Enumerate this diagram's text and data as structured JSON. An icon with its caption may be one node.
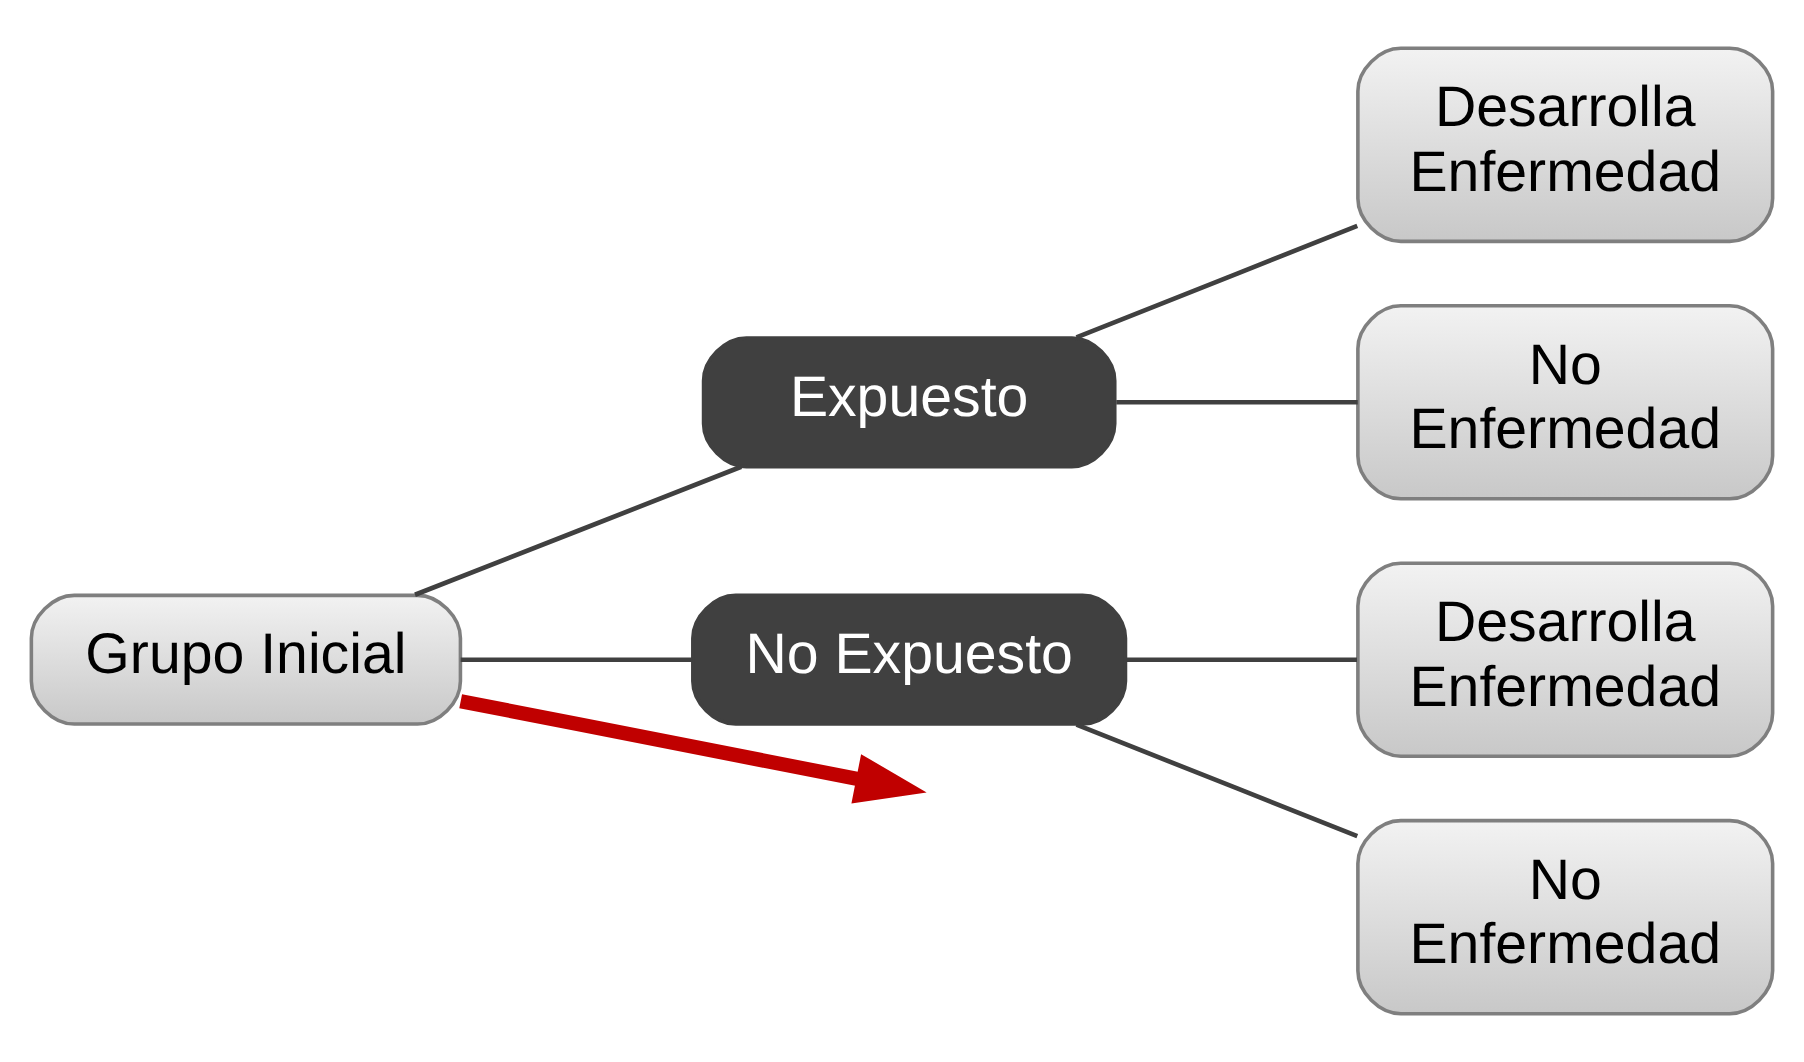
{
  "diagram": {
    "nodes": [
      {
        "text": [
          "Grupo Inicial"
        ]
      },
      {
        "text": [
          "Expuesto"
        ]
      },
      {
        "text": [
          "No Expuesto"
        ]
      },
      {
        "text": [
          "Desarrolla Enfermedad"
        ]
      },
      {
        "text": [
          "No Enfermedad"
        ]
      },
      {
        "text": [
          "Desarrolla Enfermedad"
        ]
      },
      {
        "text": [
          "No Enfermedad"
        ]
      }
    ],
    "edges": [
      {
        "from": 0,
        "to": 1,
        "arrow": "none"
      },
      {
        "from": 0,
        "to": 2,
        "arrow": "none"
      },
      {
        "from": 1,
        "to": 3,
        "arrow": "none"
      },
      {
        "from": 1,
        "to": 4,
        "arrow": "none"
      },
      {
        "from": 2,
        "to": 5,
        "arrow": "none"
      },
      {
        "from": 2,
        "to": 6,
        "arrow": "none"
      },
      {
        "from": 0,
        "to": null,
        "arrow": "to",
        "style": "thick",
        "color": "#c00000"
      }
    ]
  }
}
